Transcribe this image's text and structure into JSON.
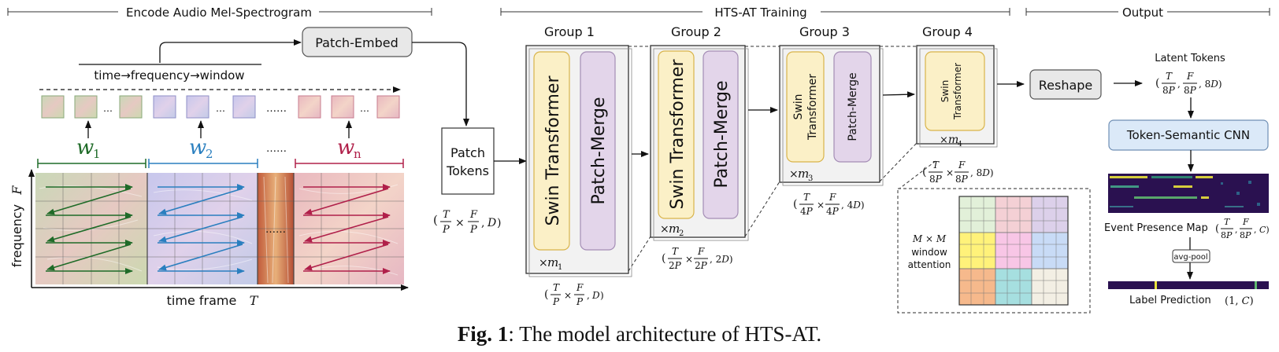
{
  "sections": {
    "encode": "Encode Audio Mel-Spectrogram",
    "training": "HTS-AT Training",
    "output": "Output"
  },
  "encode": {
    "patch_embed": "Patch-Embed",
    "order": "time→frequency→window",
    "dots": "……",
    "ellipsis": "…",
    "w1": "1",
    "w2": "2",
    "wn": "n",
    "w_letter": "w",
    "freq_axis": "frequency",
    "freq_symbol": "F",
    "time_axis": "time frame",
    "time_symbol": "T",
    "patch_tokens_l1": "Patch",
    "patch_tokens_l2": "Tokens"
  },
  "groups": [
    {
      "title": "Group 1",
      "swin": "Swin Transformer",
      "merge": "Patch-Merge",
      "mult_sub": "1",
      "shape": "(T/P × F/P, D)"
    },
    {
      "title": "Group 2",
      "swin": "Swin Transformer",
      "merge": "Patch-Merge",
      "mult_sub": "2",
      "shape": "(T/2P × F/2P, 2D)"
    },
    {
      "title": "Group 3",
      "swin": "Swin Transformer",
      "merge": "Patch-Merge",
      "mult_sub": "3",
      "shape": "(T/4P × F/4P, 4D)"
    },
    {
      "title": "Group 4",
      "swin": "Swin Transformer",
      "merge": "",
      "mult_sub": "4",
      "shape": "(T/8P × F/8P, 8D)"
    }
  ],
  "window": {
    "label_l1": "M × M",
    "label_l2": "window",
    "label_l3": "attention"
  },
  "output": {
    "reshape": "Reshape",
    "latent": "Latent Tokens",
    "latent_shape": "(T/8P, F/8P, 8D)",
    "cnn": "Token-Semantic CNN",
    "event_map": "Event Presence Map",
    "event_shape": "(T/8P, F/8P, C)",
    "avgpool": "avg-pool",
    "label_pred": "Label Prediction",
    "label_shape": "(1, C)"
  },
  "colors": {
    "swin_fill": "#fbf0c7",
    "swin_stroke": "#d9b44a",
    "merge_fill": "#e3d5ea",
    "merge_stroke": "#a48db5",
    "w1": "#1f6b28",
    "w2": "#2a7fbf",
    "wn": "#b0204a",
    "cnn_fill": "#dbe9f8",
    "event_bg": "#2a1150"
  },
  "caption": {
    "prefix": "Fig. 1",
    "text": ": The model architecture of HTS-AT."
  }
}
